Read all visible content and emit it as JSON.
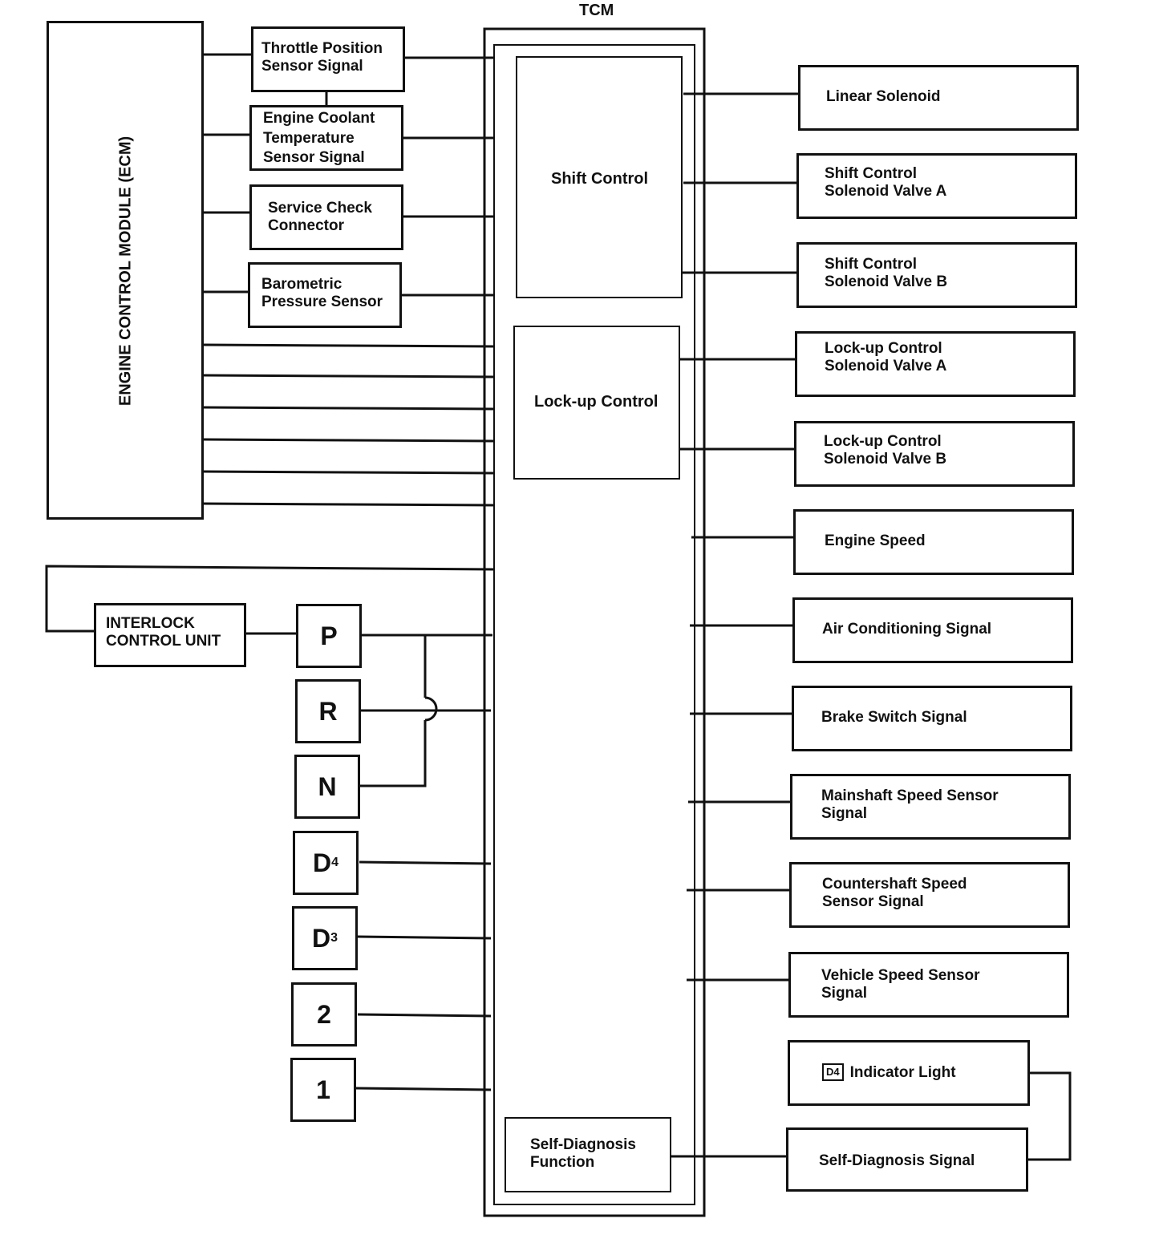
{
  "tcm": {
    "title": "TCM",
    "shift_control": "Shift Control",
    "lockup_control": "Lock-up Control",
    "self_diagnosis_function": [
      "Self-Diagnosis",
      "Function"
    ]
  },
  "ecm": {
    "label": "ENGINE CONTROL MODULE (ECM)"
  },
  "inputs_left": [
    [
      "Throttle Position",
      "Sensor Signal"
    ],
    [
      "Engine Coolant",
      "Temperature",
      "Sensor Signal"
    ],
    [
      "Service Check",
      "Connector"
    ],
    [
      "Barometric",
      "Pressure Sensor"
    ]
  ],
  "interlock": [
    "INTERLOCK",
    "CONTROL UNIT"
  ],
  "gears": {
    "p": "P",
    "r": "R",
    "n": "N",
    "d4_letter": "D",
    "d4_sub": "4",
    "d3_letter": "D",
    "d3_sub": "3",
    "two": "2",
    "one": "1"
  },
  "outputs_right": {
    "linear_solenoid": "Linear Solenoid",
    "shift_a": [
      "Shift Control",
      "Solenoid Valve A"
    ],
    "shift_b": [
      "Shift Control",
      "Solenoid Valve B"
    ],
    "lockup_a": [
      "Lock-up Control",
      "Solenoid Valve A"
    ],
    "lockup_b": [
      "Lock-up Control",
      "Solenoid Valve B"
    ],
    "engine_speed": "Engine Speed",
    "ac_signal": "Air Conditioning Signal",
    "brake_switch": "Brake Switch Signal",
    "mainshaft": [
      "Mainshaft Speed Sensor",
      "Signal"
    ],
    "countershaft": [
      "Countershaft Speed",
      "Sensor Signal"
    ],
    "vehicle_speed": [
      "Vehicle Speed Sensor",
      "Signal"
    ],
    "indicator_badge": "D4",
    "indicator_light": "Indicator Light",
    "self_diag_signal": "Self-Diagnosis Signal"
  }
}
